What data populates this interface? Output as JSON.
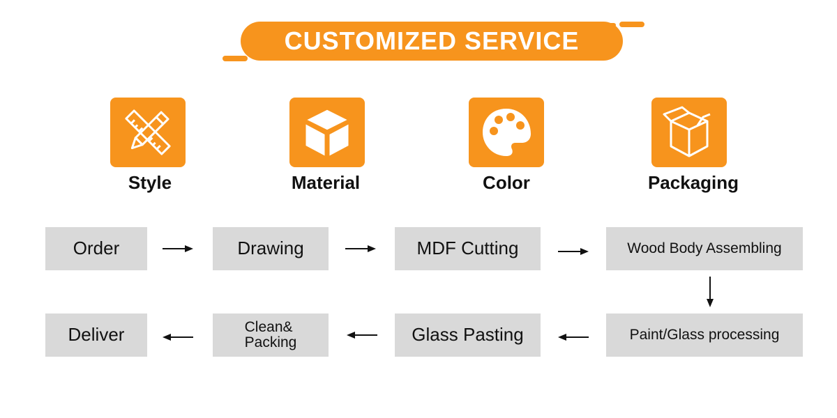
{
  "banner": {
    "title": "CUSTOMIZED SERVICE"
  },
  "options": [
    {
      "label": "Style",
      "icon": "pencil-ruler-icon"
    },
    {
      "label": "Material",
      "icon": "cube-icon"
    },
    {
      "label": "Color",
      "icon": "palette-icon"
    },
    {
      "label": "Packaging",
      "icon": "box-icon"
    }
  ],
  "process": {
    "row1": [
      "Order",
      "Drawing",
      "MDF Cutting",
      "Wood Body Assembling"
    ],
    "row2": [
      "Deliver",
      "Clean&\nPacking",
      "Glass Pasting",
      "Paint/Glass processing"
    ]
  },
  "colors": {
    "accent": "#f7941d",
    "box": "#d9d9d9",
    "text": "#111111"
  }
}
